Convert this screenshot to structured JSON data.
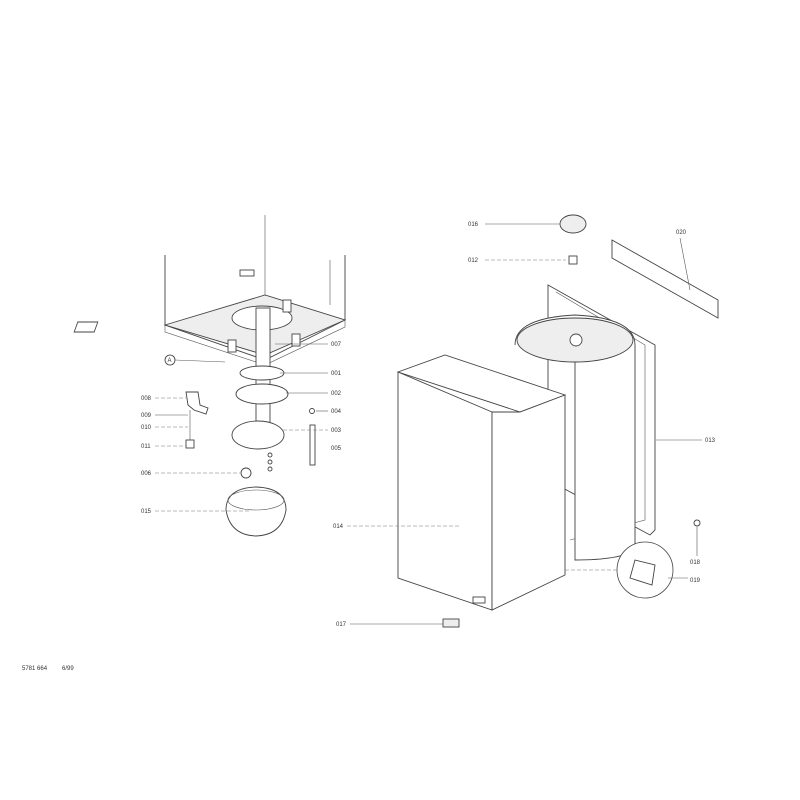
{
  "diagram": {
    "callout_marker": "A",
    "labels": {
      "p001": "001",
      "p002": "002",
      "p003": "003",
      "p004": "004",
      "p005": "005",
      "p006": "006",
      "p007": "007",
      "p008": "008",
      "p009": "009",
      "p010": "010",
      "p011": "011",
      "p012": "012",
      "p013": "013",
      "p014": "014",
      "p015": "015",
      "p016": "016",
      "p017": "017",
      "p018": "018",
      "p019": "019",
      "p020": "020"
    }
  },
  "footer": {
    "doc_number": "5781 664",
    "date": "6/99"
  }
}
